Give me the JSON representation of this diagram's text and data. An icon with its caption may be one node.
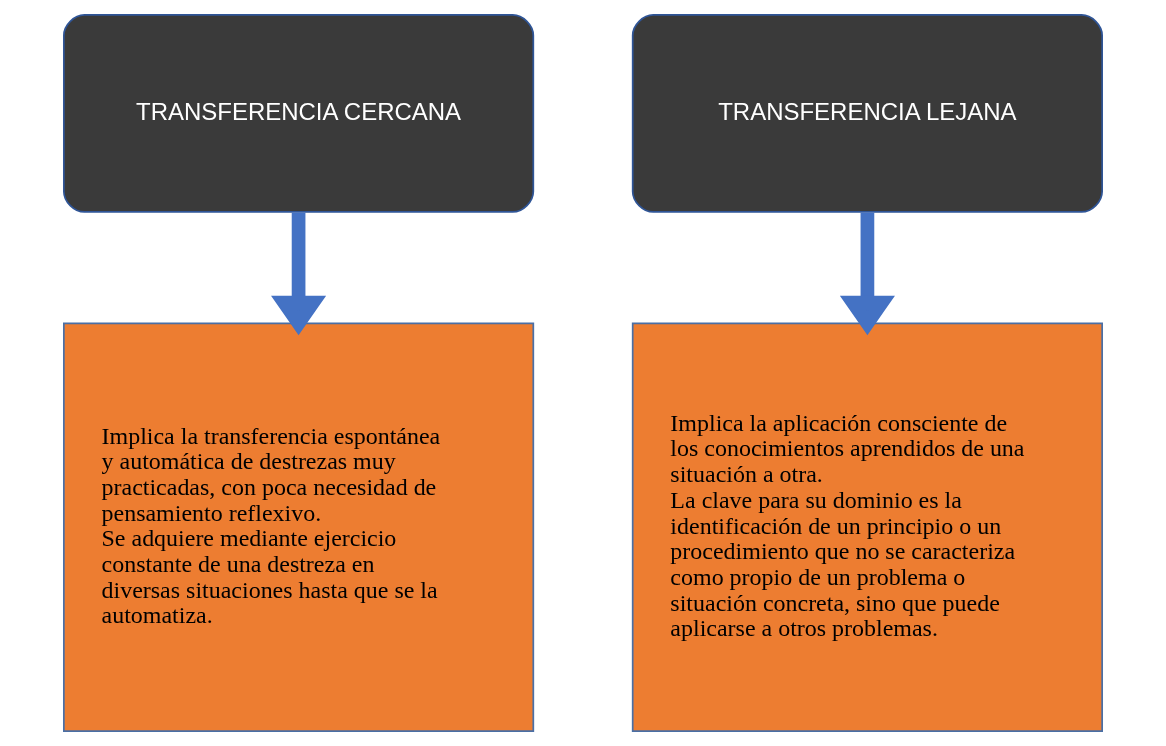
{
  "diagram": {
    "nodes": [
      {
        "text": [
          "TRANSFERENCIA CERCANA"
        ]
      },
      {
        "text": [
          "TRANSFERENCIA LEJANA"
        ]
      },
      {
        "text": [
          "Implica la transferencia espontánea y automática de destrezas muy practicadas, con poca necesidad de pensamiento reflexivo.",
          "Se adquiere mediante ejercicio constante de una destreza en diversas situaciones hasta que se la automatiza."
        ]
      },
      {
        "text": [
          "Implica la aplicación consciente de los conocimientos aprendidos de una situación a otra.",
          "La clave para su dominio es la identificación de un principio o un procedimiento que no se caracteriza como propio de un problema o situación concreta, sino que puede aplicarse a otros problemas."
        ]
      }
    ],
    "edges": [
      {
        "from": 0,
        "to": 2,
        "arrow": "to"
      },
      {
        "from": 1,
        "to": 3,
        "arrow": "to"
      }
    ]
  }
}
